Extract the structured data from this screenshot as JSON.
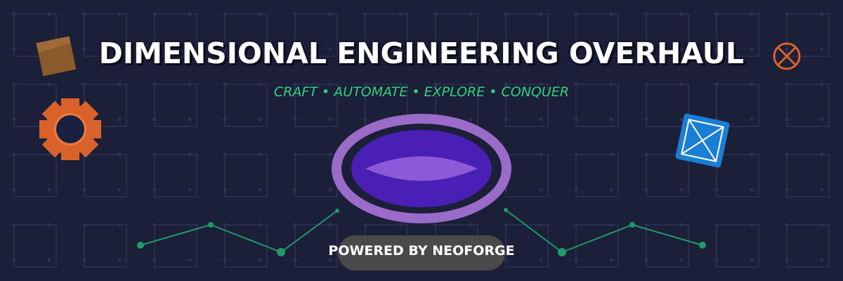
{
  "banner": {
    "title": "DIMENSIONAL ENGINEERING OVERHAUL",
    "subtitle": "CRAFT • AUTOMATE • EXPLORE • CONQUER",
    "badge_text": "POWERED BY NEOFORGE"
  },
  "icons": [
    "crate-icon",
    "gear-icon",
    "compass-icon",
    "crystal-block-icon",
    "portal-icon"
  ],
  "colors": {
    "background": "#1c1f38",
    "grid": "#2c3356",
    "title": "#ffffff",
    "subtitle": "#2fd27d",
    "accent_orange": "#d9622b",
    "accent_purple": "#9a6bc9",
    "portal_core": "#4a1fb5",
    "accent_blue": "#1a7fd4",
    "circuit_line": "#1f9a68",
    "badge": "#4a4a4a"
  }
}
